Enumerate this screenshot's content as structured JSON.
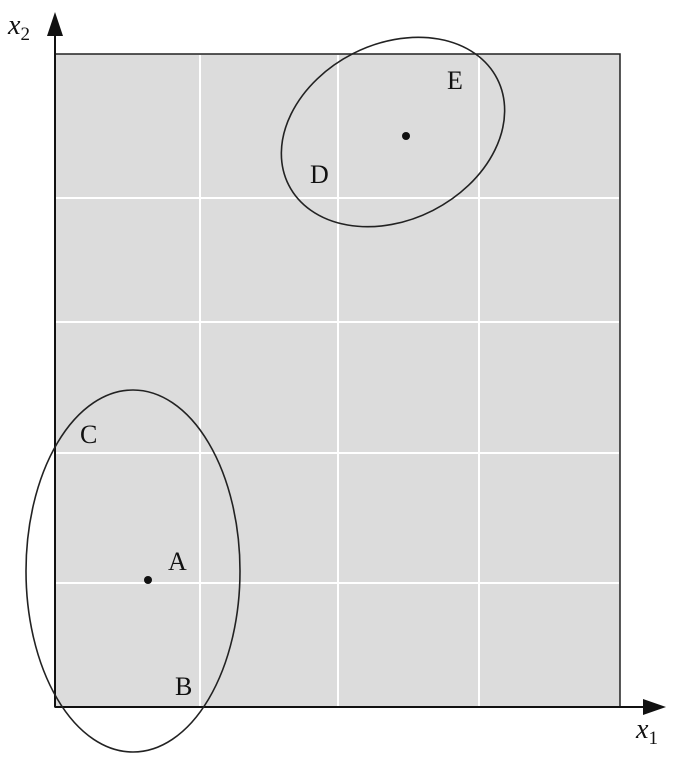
{
  "axes": {
    "x_label": "x",
    "x_subscript": "1",
    "y_label": "x",
    "y_subscript": "2"
  },
  "points": [
    {
      "label": "A"
    },
    {
      "label": "B"
    },
    {
      "label": "C"
    },
    {
      "label": "D"
    },
    {
      "label": "E"
    }
  ],
  "colors": {
    "region_fill": "#dcdcdc",
    "grid_line": "#ffffff",
    "outline": "#222222",
    "text": "#111111"
  }
}
